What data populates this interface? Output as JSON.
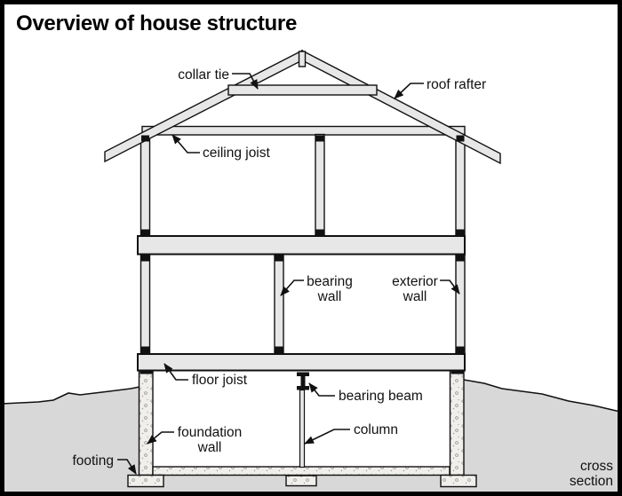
{
  "title": "Overview of house structure",
  "labels": {
    "collar_tie": "collar tie",
    "roof_rafter": "roof rafter",
    "ceiling_joist": "ceiling joist",
    "bearing_wall": [
      "bearing",
      "wall"
    ],
    "exterior_wall": [
      "exterior",
      "wall"
    ],
    "floor_joist": "floor joist",
    "bearing_beam": "bearing beam",
    "foundation_wall": [
      "foundation",
      "wall"
    ],
    "column": "column",
    "footing": "footing",
    "cross_section": [
      "cross",
      "section"
    ]
  },
  "colors": {
    "background": "#ffffff",
    "framing_fill": "#e7e7e7",
    "ground_fill": "#d8d8d8",
    "concrete_fill": "#f0efec",
    "speckle": "#8f8f8f",
    "line": "#111111"
  }
}
